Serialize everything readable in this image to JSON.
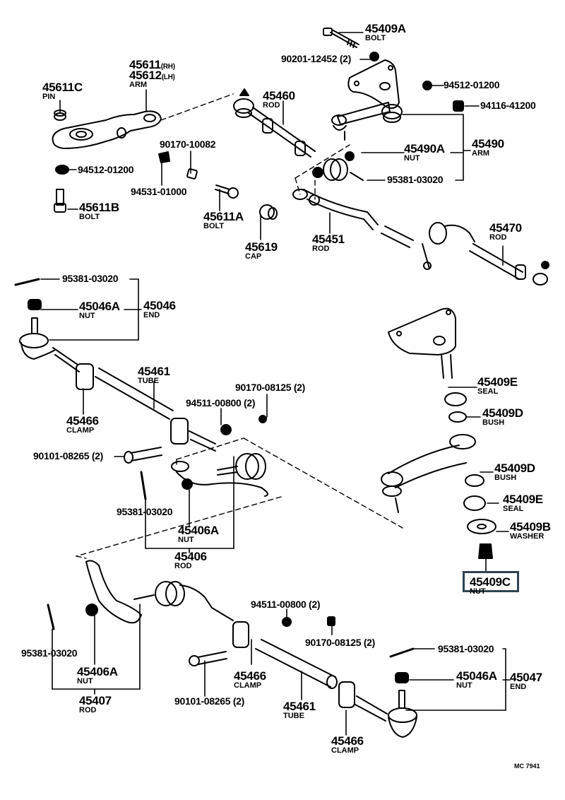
{
  "diagram": {
    "title": "Steering linkage parts diagram",
    "footer_code": "MC  7941",
    "highlight_color": "#2f4450",
    "highlighted_part": "45409C"
  },
  "parts": {
    "p45409A": {
      "number": "45409A",
      "name": "BOLT"
    },
    "p90201": {
      "number": "90201-12452 (2)"
    },
    "p94512_top": {
      "number": "94512-01200"
    },
    "p94116": {
      "number": "94116-41200"
    },
    "p45611": {
      "number": "45611",
      "side": "(RH)"
    },
    "p45612": {
      "number": "45612",
      "side": "(LH)",
      "name": "ARM"
    },
    "p45611C": {
      "number": "45611C",
      "name": "PIN"
    },
    "p45460": {
      "number": "45460",
      "name": "ROD"
    },
    "p45490A": {
      "number": "45490A",
      "name": "NUT"
    },
    "p45490": {
      "number": "45490",
      "name": "ARM"
    },
    "p95381_top": {
      "number": "95381-03020"
    },
    "p90170_10082": {
      "number": "90170-10082"
    },
    "p94512_left": {
      "number": "94512-01200"
    },
    "p94531": {
      "number": "94531-01000"
    },
    "p45611B": {
      "number": "45611B",
      "name": "BOLT"
    },
    "p45611A": {
      "number": "45611A",
      "name": "BOLT"
    },
    "p45619": {
      "number": "45619",
      "name": "CAP"
    },
    "p45451": {
      "number": "45451",
      "name": "ROD"
    },
    "p45470": {
      "number": "45470",
      "name": "ROD"
    },
    "p95381_left": {
      "number": "95381-03020"
    },
    "p45046A_top": {
      "number": "45046A",
      "name": "NUT"
    },
    "p45046": {
      "number": "45046",
      "name": "END"
    },
    "p45461_top": {
      "number": "45461",
      "name": "TUBE"
    },
    "p45466_top": {
      "number": "45466",
      "name": "CLAMP"
    },
    "p90170_08125_top": {
      "number": "90170-08125 (2)"
    },
    "p94511_top": {
      "number": "94511-00800 (2)"
    },
    "p90101_top": {
      "number": "90101-08265 (2)"
    },
    "p95381_mid": {
      "number": "95381-03020"
    },
    "p45406A_top": {
      "number": "45406A",
      "name": "NUT"
    },
    "p45406": {
      "number": "45406",
      "name": "ROD"
    },
    "p45409E_top": {
      "number": "45409E",
      "name": "SEAL"
    },
    "p45409D_top": {
      "number": "45409D",
      "name": "BUSH"
    },
    "p45409D_bot": {
      "number": "45409D",
      "name": "BUSH"
    },
    "p45409E_bot": {
      "number": "45409E",
      "name": "SEAL"
    },
    "p45409B": {
      "number": "45409B",
      "name": "WASHER"
    },
    "p45409C": {
      "number": "45409C",
      "name": "NUT"
    },
    "p94511_bot": {
      "number": "94511-00800 (2)"
    },
    "p90170_08125_bot": {
      "number": "90170-08125 (2)"
    },
    "p95381_bot_left": {
      "number": "95381-03020"
    },
    "p45406A_bot": {
      "number": "45406A",
      "name": "NUT"
    },
    "p45407": {
      "number": "45407",
      "name": "ROD"
    },
    "p45466_mid": {
      "number": "45466",
      "name": "CLAMP"
    },
    "p90101_bot": {
      "number": "90101-08265 (2)"
    },
    "p45461_bot": {
      "number": "45461",
      "name": "TUBE"
    },
    "p95381_bot_right": {
      "number": "95381-03020"
    },
    "p45046A_bot": {
      "number": "45046A",
      "name": "NUT"
    },
    "p45047": {
      "number": "45047",
      "name": "END"
    },
    "p45466_bot": {
      "number": "45466",
      "name": "CLAMP"
    }
  }
}
